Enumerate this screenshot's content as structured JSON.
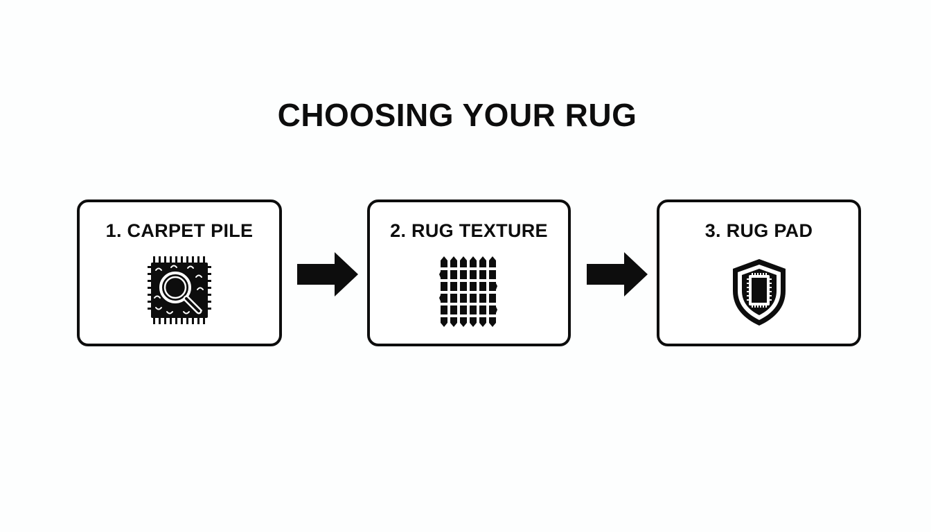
{
  "title": "CHOOSING YOUR RUG",
  "steps": [
    {
      "label": "1. CARPET PILE",
      "icon": "carpet-magnifier-icon"
    },
    {
      "label": "2. RUG TEXTURE",
      "icon": "woven-grid-icon"
    },
    {
      "label": "3. RUG PAD",
      "icon": "shield-pad-icon"
    }
  ],
  "connectors": [
    "arrow-right-icon",
    "arrow-right-icon"
  ],
  "colors": {
    "background": "#fdfefe",
    "ink": "#0d0d0d",
    "card_fill": "#ffffff"
  }
}
